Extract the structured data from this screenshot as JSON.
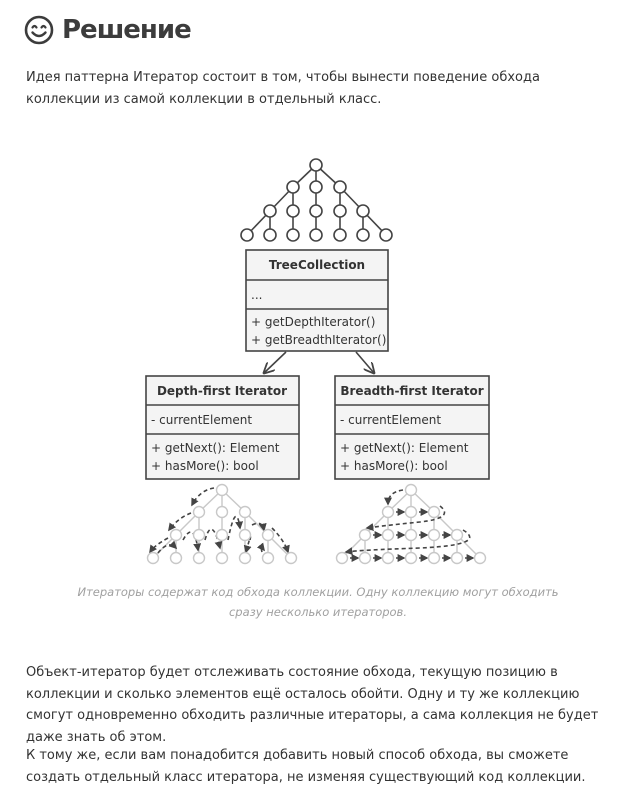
{
  "heading": {
    "icon": "smile-icon",
    "title": "Решение"
  },
  "intro": "Идея паттерна Итератор состоит в том, чтобы вынести поведение обхода коллекции из самой коллекции в отдельный класс.",
  "diagram": {
    "collection": {
      "name": "TreeCollection",
      "fields": "...",
      "methods": [
        "+ getDepthIterator()",
        "+ getBreadthIterator()"
      ]
    },
    "depth_iterator": {
      "name": "Depth-first Iterator",
      "fields": "- currentElement",
      "methods": [
        "+ getNext(): Element",
        "+ hasMore(): bool"
      ]
    },
    "breadth_iterator": {
      "name": "Breadth-first Iterator",
      "fields": "- currentElement",
      "methods": [
        "+ getNext(): Element",
        "+ hasMore(): bool"
      ]
    }
  },
  "caption": "Итераторы содержат код обхода коллекции. Одну коллекцию могут обходить сразу несколько итераторов.",
  "body": [
    "Объект-итератор будет отслеживать состояние обхода, текущую позицию в коллекции и сколько элементов ещё осталось обойти. Одну и ту же коллекцию смогут одновременно обходить различные итераторы, а сама коллекция не будет даже знать об этом.",
    "К тому же, если вам понадобится добавить новый способ обхода, вы сможете создать отдельный класс итератора, не изменяя существующий код коллекции."
  ],
  "colors": {
    "text": "#333333",
    "caption": "#a0a0a0",
    "box_fill": "#f4f4f4",
    "box_stroke": "#444444",
    "node_light": "#cccccc",
    "icon_fill": "#3c3c3c"
  }
}
